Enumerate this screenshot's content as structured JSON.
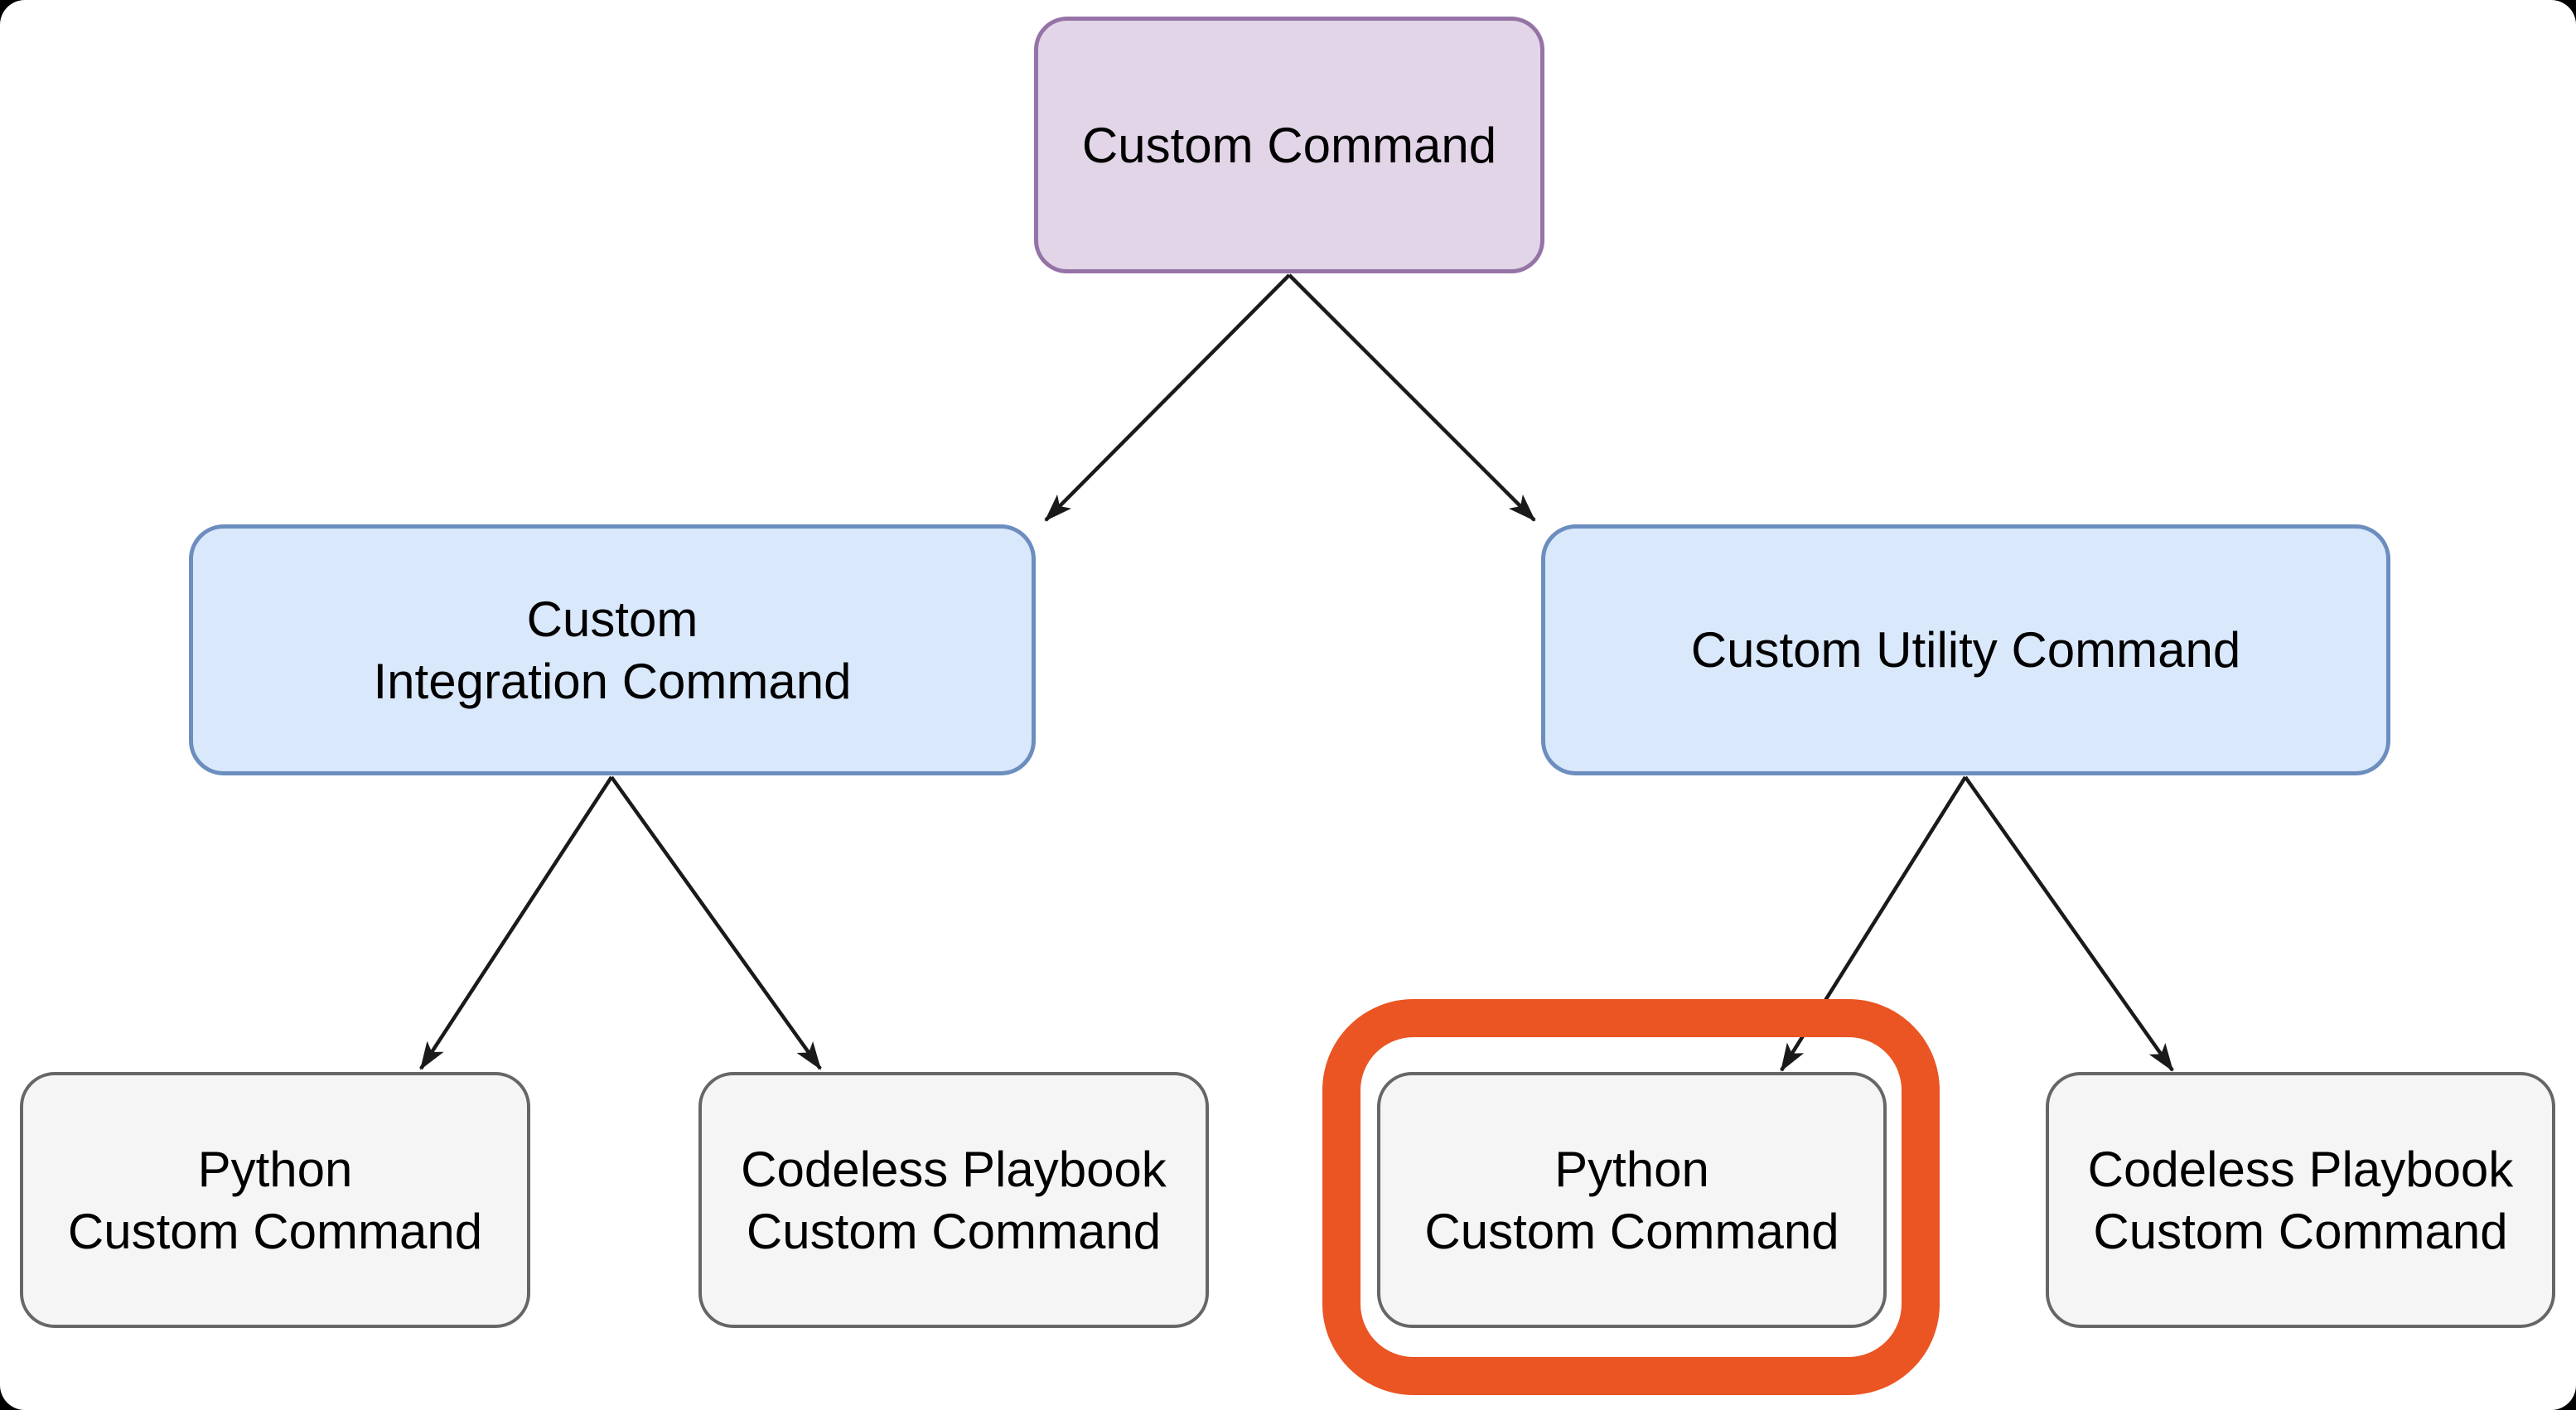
{
  "page": {
    "background_color": "#000000",
    "canvas_color": "#ffffff"
  },
  "diagram": {
    "arrow_color": "#1a1a1a",
    "nodes": [
      {
        "id": "custom-command",
        "label": "Custom Command",
        "fill": "#e1d5e7",
        "stroke": "#9673a6"
      },
      {
        "id": "custom-integration-command",
        "label": "Custom\nIntegration Command",
        "fill": "#dae8fc",
        "stroke": "#6c8ebf"
      },
      {
        "id": "custom-utility-command",
        "label": "Custom Utility Command",
        "fill": "#dae8fc",
        "stroke": "#6c8ebf"
      },
      {
        "id": "python-custom-command-integration",
        "label": "Python\nCustom Command",
        "fill": "#f5f5f5",
        "stroke": "#666666"
      },
      {
        "id": "codeless-playbook-custom-command-integration",
        "label": "Codeless Playbook\nCustom Command",
        "fill": "#f5f5f5",
        "stroke": "#666666"
      },
      {
        "id": "python-custom-command-utility",
        "label": "Python\nCustom Command",
        "fill": "#f5f5f5",
        "stroke": "#666666",
        "highlighted": true
      },
      {
        "id": "codeless-playbook-custom-command-utility",
        "label": "Codeless Playbook\nCustom Command",
        "fill": "#f5f5f5",
        "stroke": "#666666"
      }
    ],
    "edges": [
      {
        "from": "custom-command",
        "to": "custom-integration-command"
      },
      {
        "from": "custom-command",
        "to": "custom-utility-command"
      },
      {
        "from": "custom-integration-command",
        "to": "python-custom-command-integration"
      },
      {
        "from": "custom-integration-command",
        "to": "codeless-playbook-custom-command-integration"
      },
      {
        "from": "custom-utility-command",
        "to": "python-custom-command-utility"
      },
      {
        "from": "custom-utility-command",
        "to": "codeless-playbook-custom-command-utility"
      }
    ],
    "highlight": {
      "target": "python-custom-command-utility",
      "color": "#ea5523",
      "style": "thick rounded rectangle annotation ring"
    }
  }
}
